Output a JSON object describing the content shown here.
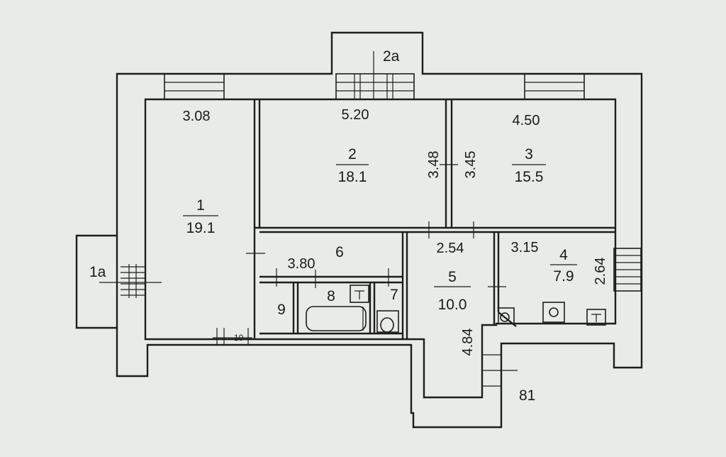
{
  "plan": {
    "external": {
      "entry": "1a",
      "balcony": "2a",
      "apartment": "81",
      "door_mark": "10"
    },
    "rooms": [
      {
        "id": "room-1",
        "number": "1",
        "area": "19.1",
        "width": "3.08"
      },
      {
        "id": "room-2",
        "number": "2",
        "area": "18.1",
        "width": "5.20",
        "depth": "3.48"
      },
      {
        "id": "room-3",
        "number": "3",
        "area": "15.5",
        "width": "4.50",
        "depth": "3.45"
      },
      {
        "id": "room-4",
        "number": "4",
        "area": "7.9",
        "width": "3.15",
        "depth": "2.64"
      },
      {
        "id": "room-5",
        "number": "5",
        "area": "10.0",
        "width": "2.54",
        "depth": "4.84"
      },
      {
        "id": "room-6",
        "number": "6",
        "width": "3.80"
      },
      {
        "id": "room-7",
        "number": "7"
      },
      {
        "id": "room-8",
        "number": "8"
      },
      {
        "id": "room-9",
        "number": "9"
      }
    ]
  }
}
